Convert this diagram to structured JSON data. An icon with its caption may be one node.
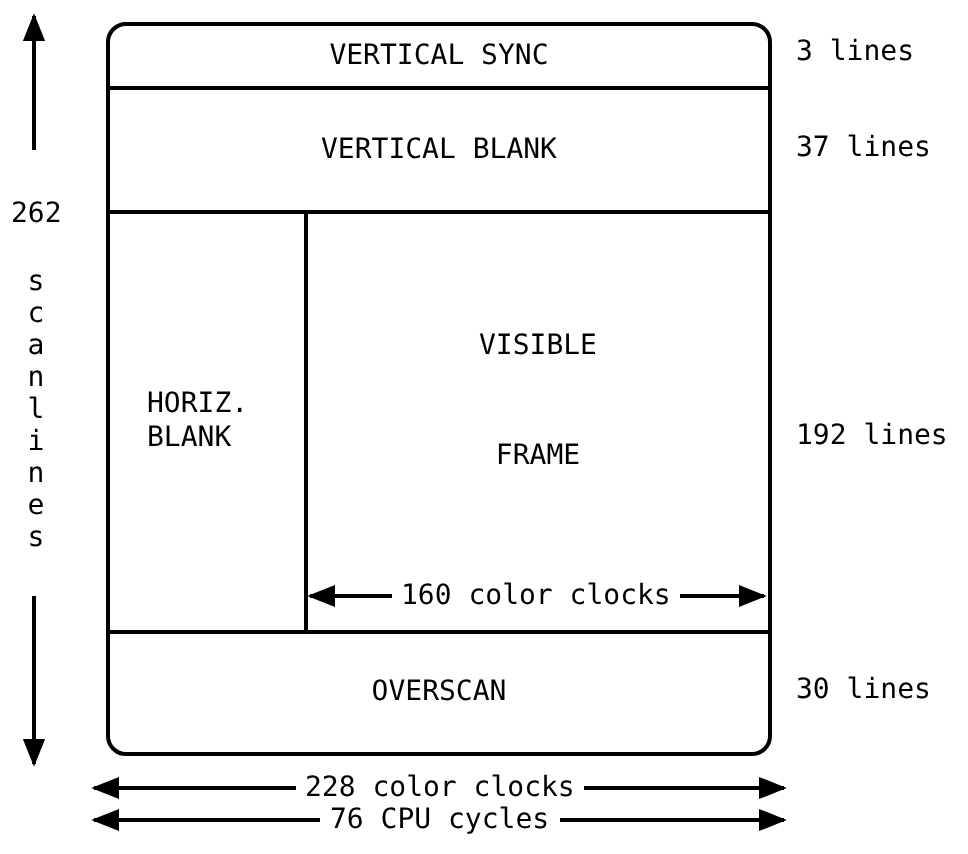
{
  "diagram": {
    "nodes": [
      {
        "text": [
          "VERTICAL SYNC"
        ],
        "beside": [
          "3 lines"
        ]
      },
      {
        "text": [
          "VERTICAL BLANK"
        ],
        "beside": [
          "37 lines"
        ]
      },
      {
        "text": [
          "HORIZ. BLANK"
        ]
      },
      {
        "text": [
          "VISIBLE FRAME"
        ]
      },
      {
        "text": [
          "OVERSCAN"
        ],
        "beside": [
          "30 lines"
        ]
      }
    ],
    "edges": [],
    "labels": [
      "262",
      "scanlines",
      "192 lines",
      "160 color clocks",
      "228 color clocks",
      "76 CPU cycles"
    ]
  }
}
